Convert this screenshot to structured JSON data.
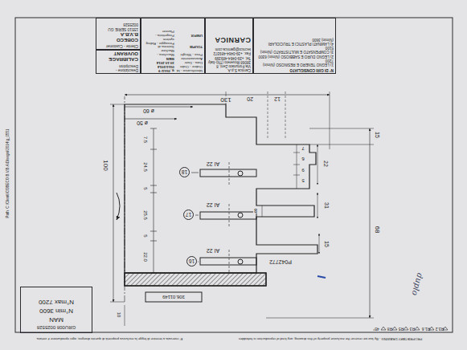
{
  "diagram": {
    "nodes": [
      {
        "text": [
          "N° DI GIRI CONSIGLIATO",
          "1) LEGNO TENERO E RESINOSO (N/min) 7200",
          "2) LEGNO DURO E SABBIOSO (N/min) 6300",
          "3) COMPENSATO E MULTISTRATO (N/min) 5100",
          "4) LAMINATI PLASTICI E TRUCIOLARI (N/min) 3600"
        ]
      },
      {
        "text": [
          "Carnica S.p.A.",
          "Via Fortunato Zeni, 8",
          "38068 Rovereto (TN)-Italy",
          "Tel. +39-0464-489399",
          "Fax. +39-0464-489372",
          "tecnico@garnica.com",
          "CARNICA"
        ]
      },
      {
        "text": [
          "Identificativo - Id.",
          "g_0551/ 9",
          "Ordine - Order",
          "0551/2014",
          "Data - Date",
          "30.10.2014",
          "Avanzamento",
          "MAN",
          "Peso - Weight",
          "Macchina - Machine",
          "TOUPIE",
          "Sistema di Fissaggio - Riding system",
          "UNIFIX",
          "Progettista - Planner"
        ]
      },
      {
        "text": [
          "Descrizione - Description",
          "CALIBRAGE OUVRANT"
        ]
      },
      {
        "text": [
          "Cliente - Customer",
          "COBECO B.V.B.A",
          "15510 SERIE GU 0025528"
        ]
      },
      {
        "text": [
          "GRU008 0025528",
          "MAN",
          "N°min 3600",
          "N°max 7200"
        ]
      },
      {
        "text": [
          "18"
        ]
      },
      {
        "text": [
          "17"
        ]
      },
      {
        "text": [
          "16"
        ]
      }
    ],
    "labels": [
      "130",
      "ø 60",
      "ø 50",
      "12",
      "20",
      "15",
      "22",
      "7",
      "6",
      "9",
      "5",
      "31",
      "8",
      "15",
      "68",
      "7.5",
      "24.5",
      "5",
      "25.5",
      "5",
      "22.0",
      "10",
      "100",
      "AI 22",
      "AI 22",
      "AI 22",
      "P042772",
      "306.01149",
      "duplo",
      "PROPRIETARY DRAWING - By law we reserve the exclusive property of this drawing; any kind of reproduction is forbidden",
      "E' riservata a termine di legge la esclusiva proprietà di questo disegno; ogni riproduzione è vietata.",
      "Path: C:\\Clienti\\COBECO B.V.B.A\\Disegni\\2014\\g_0551",
      "R3.2",
      "R1.6",
      "R3",
      "R5",
      "R8",
      "45°"
    ]
  }
}
